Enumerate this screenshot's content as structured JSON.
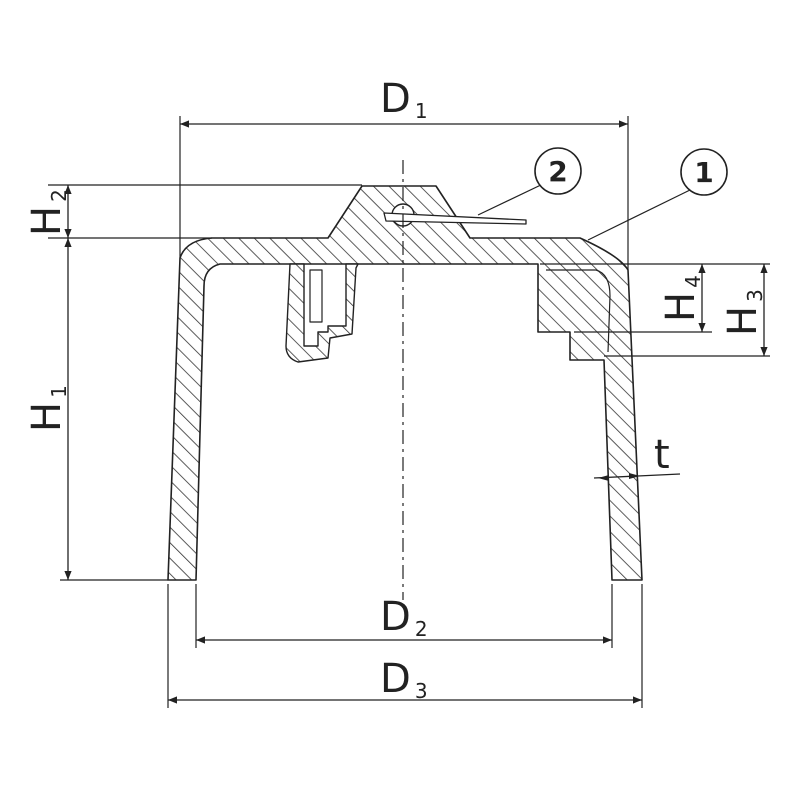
{
  "drawing": {
    "dimensions": {
      "d1": {
        "main": "D",
        "sub": "1"
      },
      "d2": {
        "main": "D",
        "sub": "2"
      },
      "d3": {
        "main": "D",
        "sub": "3"
      },
      "h1": {
        "main": "H",
        "sub": "1"
      },
      "h2": {
        "main": "H",
        "sub": "2"
      },
      "h3": {
        "main": "H",
        "sub": "3"
      },
      "h4": {
        "main": "H",
        "sub": "4"
      },
      "t": "t"
    },
    "callouts": {
      "part1": "1",
      "part2": "2"
    },
    "colors": {
      "line": "#222222",
      "hatch": "#333333",
      "background": "#ffffff"
    }
  }
}
